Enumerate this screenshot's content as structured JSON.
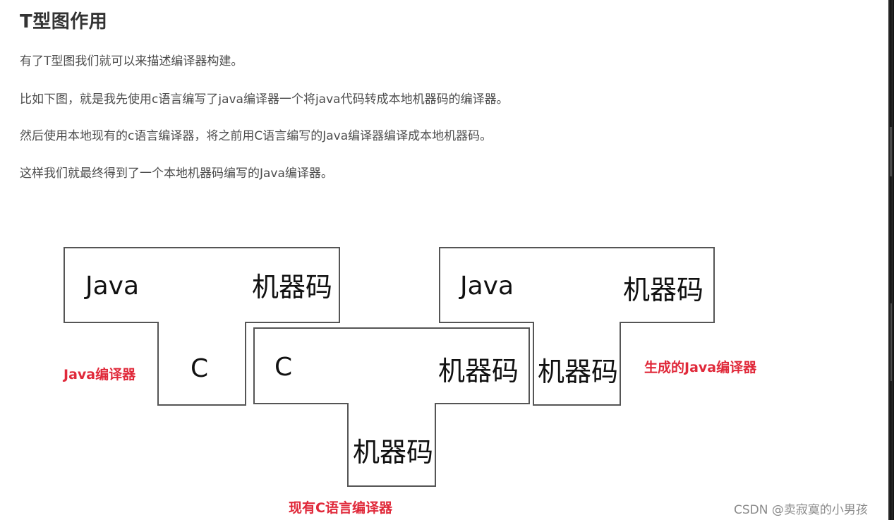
{
  "article": {
    "heading": "T型图作用",
    "paragraphs": [
      "有了T型图我们就可以来描述编译器构建。",
      "比如下图，就是我先使用c语言编写了java编译器一个将java代码转成本地机器码的编译器。",
      "然后使用本地现有的c语言编译器，将之前用C语言编写的Java编译器编译成本地机器码。",
      "这样我们就最终得到了一个本地机器码编写的Java编译器。"
    ]
  },
  "diagram": {
    "t1": {
      "source": "Java",
      "target": "机器码",
      "impl": "C"
    },
    "t2": {
      "source": "C",
      "target": "机器码",
      "impl": "机器码"
    },
    "t3": {
      "source": "Java",
      "target": "机器码",
      "impl": "机器码"
    },
    "captions": {
      "t1": "Java编译器",
      "t2": "现有C语言编译器",
      "t3": "生成的Java编译器"
    }
  },
  "watermark": "CSDN @卖寂寞的小男孩",
  "colors": {
    "caption": "#e0293a",
    "outline": "#555555"
  }
}
